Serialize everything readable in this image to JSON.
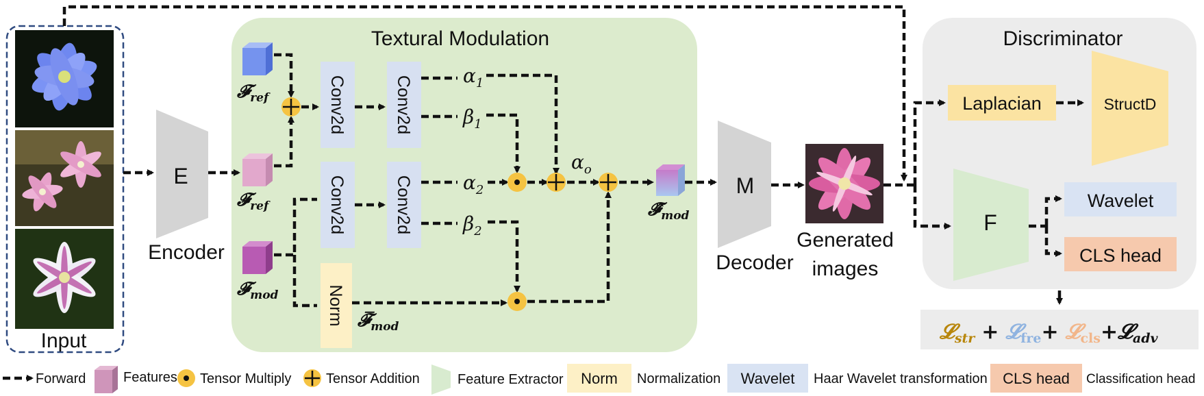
{
  "colors": {
    "modulation_bg": "#dcebcd",
    "discriminator_bg": "#ececec",
    "input_border": "#2f4a80",
    "conv_box": "#d7e0f1",
    "norm_box": "#fdf0c6",
    "laplacian_box": "#fbe3a2",
    "wavelet_box": "#d9e3f3",
    "cls_box": "#f6c9ad",
    "trapezoid_grey": "#d4d4d4",
    "extractor_green": "#d8ebcf",
    "operator_gold": "#f5c342",
    "loss_str": "#b8860b",
    "loss_fre": "#8fb3e0",
    "loss_cls": "#f2b68a"
  },
  "input": {
    "label": "Input"
  },
  "encoder": {
    "letter": "E",
    "label": "Encoder"
  },
  "modulation": {
    "title": "Textural Modulation",
    "conv_labels": [
      "Conv2d",
      "Conv2d",
      "Conv2d",
      "Conv2d"
    ],
    "norm_label": "Norm",
    "alpha1": "α",
    "alpha1_sub": "1",
    "beta1": "β",
    "beta1_sub": "1",
    "alpha2": "α",
    "alpha2_sub": "2",
    "beta2": "β",
    "beta2_sub": "2",
    "alpha0": "α",
    "alpha0_sub": "o",
    "f_ref_a": "𝓕",
    "f_ref_a_sub": "ref",
    "f_ref_b": "𝓕",
    "f_ref_b_sub": "ref",
    "f_mod": "𝓕",
    "f_mod_sub": "mod",
    "f_mod_bar": "𝓕̅",
    "f_mod_bar_sub": "mod",
    "f_mod_hat": "𝓕̂",
    "f_mod_hat_sub": "mod"
  },
  "decoder": {
    "letter": "M",
    "label": "Decoder"
  },
  "generated": {
    "label_line1": "Generated",
    "label_line2": "images"
  },
  "discriminator": {
    "title": "Discriminator",
    "laplacian": "Laplacian",
    "structd": "StructD",
    "extractor_letter": "F",
    "wavelet": "Wavelet",
    "cls_head": "CLS head"
  },
  "loss": {
    "str_sym": "𝓛",
    "str_sub": "str",
    "fre_sym": "𝓛",
    "fre_sub": "fre",
    "cls_sym": "𝓛",
    "cls_sub": "cls",
    "adv_sym": "𝓛",
    "adv_sub": "adv",
    "plus": "+"
  },
  "legend": {
    "forward": "Forward",
    "features": "Features",
    "multiply": "Tensor Multiply",
    "addition": "Tensor Addition",
    "extractor": "Feature Extractor",
    "norm_box": "Norm",
    "normalization": "Normalization",
    "wavelet_box": "Wavelet",
    "haar": "Haar Wavelet transformation",
    "cls_box": "CLS head",
    "classification": "Classification head"
  }
}
